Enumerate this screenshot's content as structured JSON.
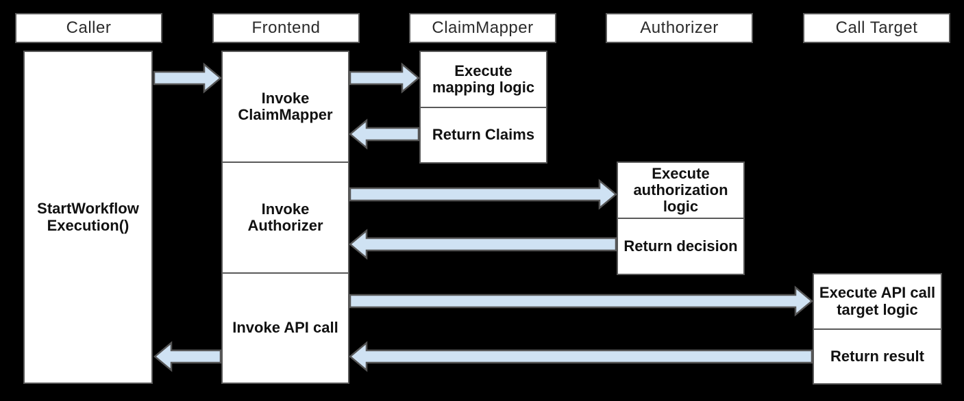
{
  "colors": {
    "background": "#000000",
    "box_fill": "#ffffff",
    "box_border": "#595959",
    "arrow_fill": "#cfe2f3",
    "arrow_stroke": "#555555",
    "header_text": "#2b2b2b",
    "label_text": "#111111"
  },
  "lanes": [
    {
      "id": "caller",
      "header": "Caller"
    },
    {
      "id": "frontend",
      "header": "Frontend"
    },
    {
      "id": "claimmapper",
      "header": "ClaimMapper"
    },
    {
      "id": "authorizer",
      "header": "Authorizer"
    },
    {
      "id": "calltarget",
      "header": "Call Target"
    }
  ],
  "boxes": {
    "caller_activation": "StartWorkflow\nExecution()",
    "frontend_invoke_claimmapper": "Invoke\nClaimMapper",
    "frontend_invoke_authorizer": "Invoke\nAuthorizer",
    "frontend_invoke_api_call": "Invoke API call",
    "claimmapper_execute": "Execute\nmapping logic",
    "claimmapper_return": "Return Claims",
    "authorizer_execute": "Execute\nauthorization\nlogic",
    "authorizer_return": "Return decision",
    "calltarget_execute": "Execute API call\ntarget logic",
    "calltarget_return": "Return result"
  },
  "arrows": [
    {
      "from": "caller",
      "to": "frontend"
    },
    {
      "from": "frontend",
      "to": "claimmapper"
    },
    {
      "from": "claimmapper",
      "to": "frontend"
    },
    {
      "from": "frontend",
      "to": "authorizer"
    },
    {
      "from": "authorizer",
      "to": "frontend"
    },
    {
      "from": "frontend",
      "to": "calltarget"
    },
    {
      "from": "calltarget",
      "to": "frontend"
    },
    {
      "from": "frontend",
      "to": "caller"
    }
  ]
}
